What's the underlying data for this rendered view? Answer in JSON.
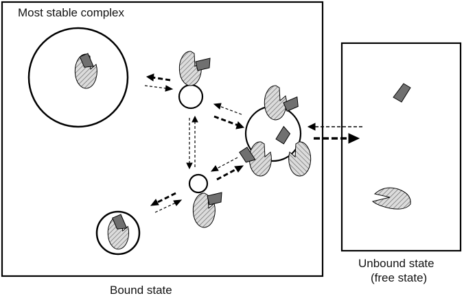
{
  "labels": {
    "most_stable": "Most stable complex",
    "bound_state": "Bound state",
    "unbound_line1": "Unbound state",
    "unbound_line2": "(free state)"
  },
  "colors": {
    "stroke": "#000000",
    "hatch_fill": "#dcdcdc",
    "hatch_line": "#777777",
    "ligand": "#707070",
    "background": "#ffffff"
  }
}
